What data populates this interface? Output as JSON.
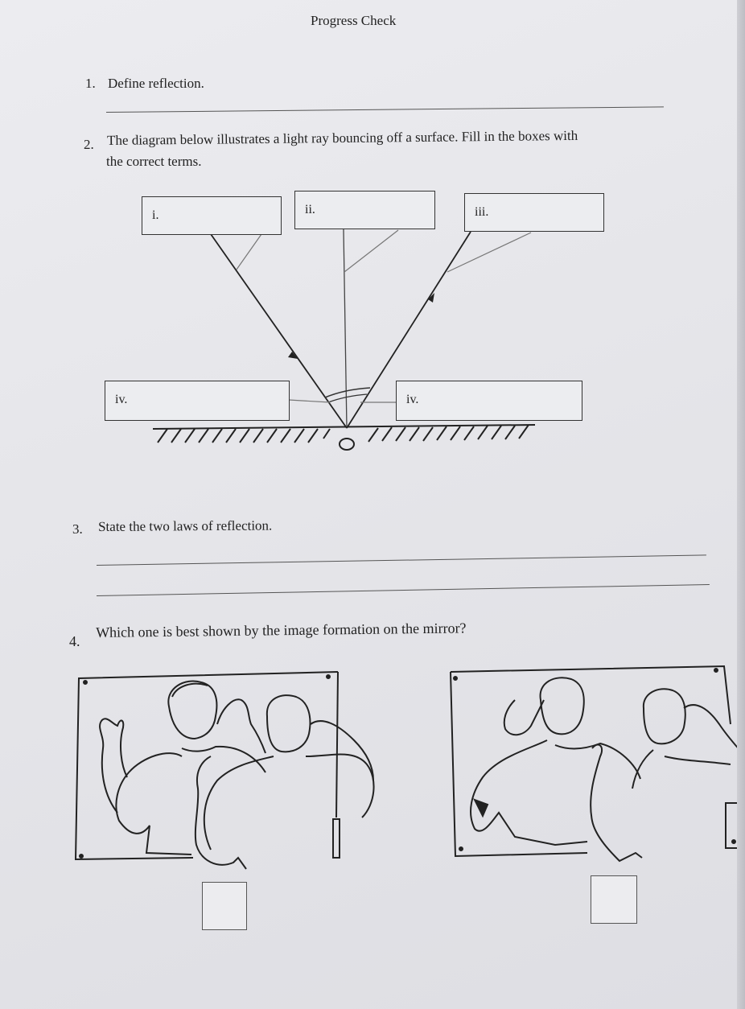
{
  "header": {
    "title": "Progress Check"
  },
  "questions": {
    "q1": {
      "number": "1.",
      "text": "Define reflection."
    },
    "q2": {
      "number": "2.",
      "text_line1": "The diagram below illustrates a light ray bouncing off a surface. Fill in the boxes with",
      "text_line2": "the correct terms."
    },
    "q3": {
      "number": "3.",
      "text": "State the two laws of reflection."
    },
    "q4": {
      "number": "4.",
      "text": "Which one is best shown by the image formation on the mirror?"
    }
  },
  "diagram": {
    "box_labels": [
      "i.",
      "ii.",
      "iii.",
      "iv.",
      "iv."
    ],
    "point_label": "O"
  },
  "answer_options": [
    {
      "id": "left",
      "description": "mirror image raising left hand"
    },
    {
      "id": "right",
      "description": "mirror image raising right hand"
    }
  ]
}
